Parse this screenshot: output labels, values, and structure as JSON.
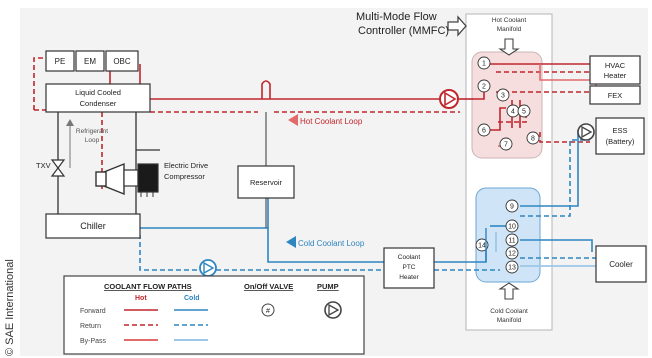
{
  "copyright": "© SAE International",
  "mmfc": {
    "line1": "Multi-Mode Flow",
    "line2": "Controller (MMFC)"
  },
  "hot_manifold": {
    "line1": "Hot Coolant",
    "line2": "Manifold"
  },
  "cold_manifold": {
    "line1": "Cold Coolant",
    "line2": "Manifold"
  },
  "components": {
    "pe": "PE",
    "em": "EM",
    "obc": "OBC",
    "condenser": {
      "line1": "Liquid Cooled",
      "line2": "Condenser"
    },
    "refrigerant_loop": {
      "line1": "Refrigerant",
      "line2": "Loop"
    },
    "txv": "TXV",
    "compressor": {
      "line1": "Electric Drive",
      "line2": "Compressor"
    },
    "reservoir": "Reservoir",
    "chiller": "Chiller",
    "hvac": {
      "line1": "HVAC",
      "line2": "Heater"
    },
    "fex": "FEX",
    "ess": {
      "line1": "ESS",
      "line2": "(Battery)"
    },
    "ptc": {
      "line1": "Coolant",
      "line2": "PTC",
      "line3": "Heater"
    },
    "cooler": "Cooler"
  },
  "loops": {
    "hot": "Hot Coolant Loop",
    "cold": "Cold Coolant Loop"
  },
  "valves": {
    "hot": [
      "1",
      "2",
      "3",
      "4",
      "5",
      "6",
      "7",
      "8"
    ],
    "cold": [
      "9",
      "10",
      "11",
      "12",
      "13",
      "14"
    ]
  },
  "legend": {
    "title": "COOLANT FLOW PATHS",
    "col_hot": "Hot",
    "col_cold": "Cold",
    "rows": [
      "Forward",
      "Return",
      "By-Pass"
    ],
    "valve_title": "On/Off VALVE",
    "valve_symbol": "#",
    "pump_title": "PUMP"
  },
  "colors": {
    "hot": "#c0272d",
    "hot_bypass": "#e36a6a",
    "cold": "#2e86c1",
    "cold_bypass": "#9cc8e8",
    "hot_manifold_fill": "#f6dede",
    "cold_manifold_fill": "#cfe4f7"
  }
}
